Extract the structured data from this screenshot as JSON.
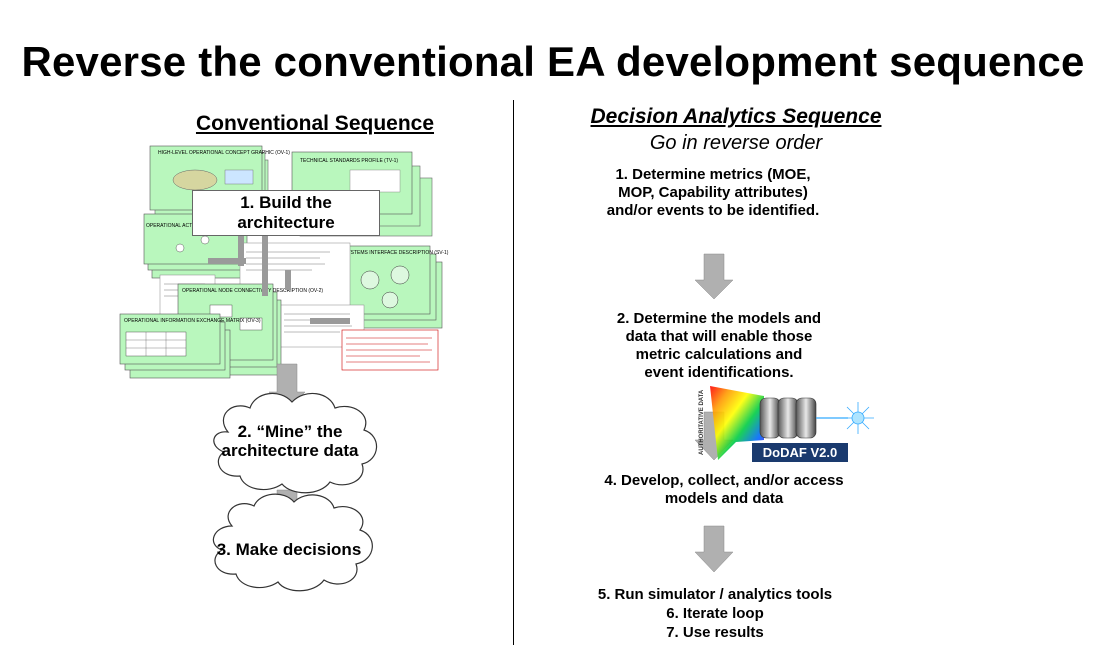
{
  "title": "Reverse the conventional EA development sequence",
  "left": {
    "heading": "Conventional Sequence",
    "step1": "1.  Build the architecture",
    "step2": "2.  “Mine” the architecture data",
    "step3": "3.  Make decisions"
  },
  "right": {
    "heading": "Decision Analytics Sequence",
    "subheading": "Go in reverse order",
    "step1": "1.  Determine metrics (MOE, MOP, Capability attributes) and/or events to be identified.",
    "step2": "2.  Determine the models and data that will enable those metric calculations and event identifications.",
    "step4": "4.  Develop, collect, and/or access models and data",
    "step5_line1": "5.  Run simulator / analytics tools",
    "step5_line2": "6.  Iterate loop",
    "step5_line3": "7.  Use results"
  },
  "dodaf": {
    "label": "DoDAF V2.0",
    "side_text": "AUTHORITATIVE DATA"
  },
  "thumbnails": {
    "ov1": "HIGH-LEVEL OPERATIONAL CONCEPT GRAPHIC (OV-1)",
    "tv1": "TECHNICAL STANDARDS PROFILE (TV-1)",
    "ov5": "OPERATIONAL ACTIVITY",
    "ov2": "OPERATIONAL NODE CONNECTIVITY DESCRIPTION (OV-2)",
    "ov3": "OPERATIONAL INFORMATION EXCHANGE MATRIX (OV-3)",
    "sv1": "SYSTEMS INTERFACE DESCRIPTION (SV-1)"
  },
  "colors": {
    "thumbnail_fill": "#b9f7bd",
    "arrow_fill": "#b0b0b0",
    "note_red": "#cc0000",
    "dodaf_band": "#1a3a6e"
  }
}
